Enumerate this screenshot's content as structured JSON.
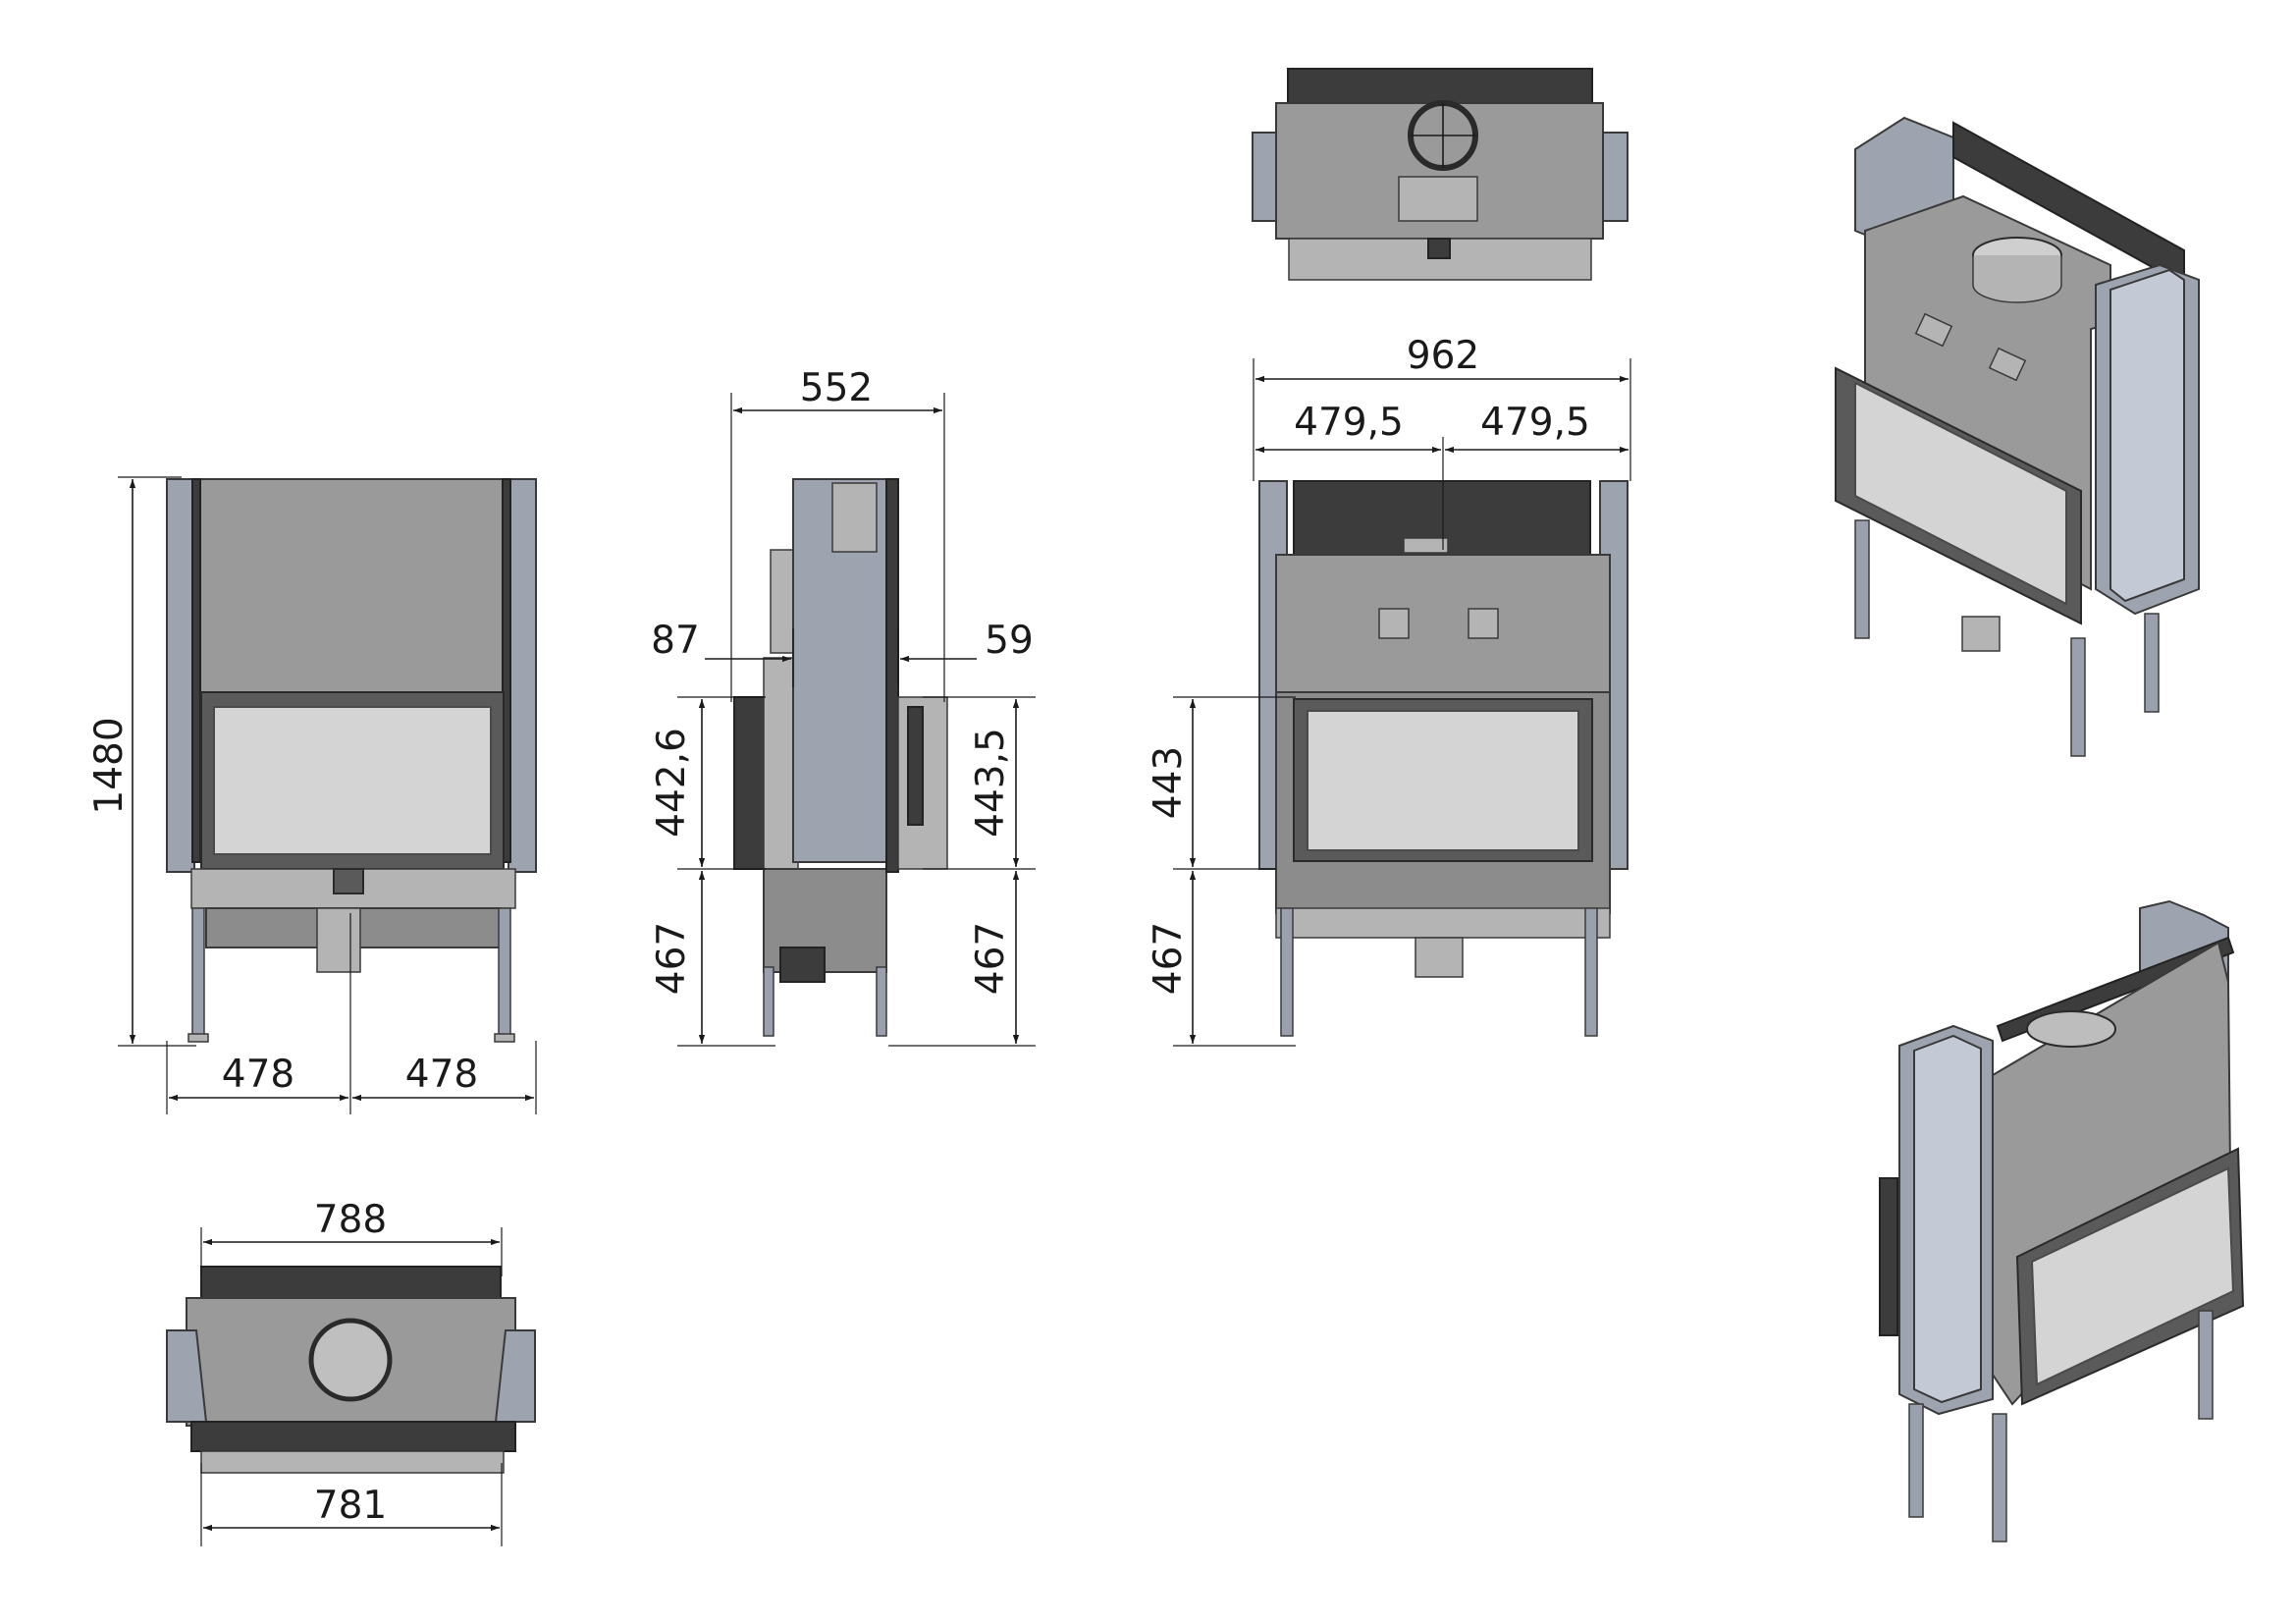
{
  "dimensions": {
    "front_overall_height": "1480",
    "front_half_left": "478",
    "front_half_right": "478",
    "side_depth": "552",
    "side_offset_left": "87",
    "side_offset_right": "59",
    "side_door_height_left": "442,6",
    "side_door_height_right": "443,5",
    "side_base_height_left": "467",
    "side_base_height_right": "467",
    "rear_total_width": "962",
    "rear_half_left": "479,5",
    "rear_half_right": "479,5",
    "rear_door_height": "443",
    "rear_base_height": "467",
    "bottom_top_width": "788",
    "bottom_bottom_width": "781"
  }
}
